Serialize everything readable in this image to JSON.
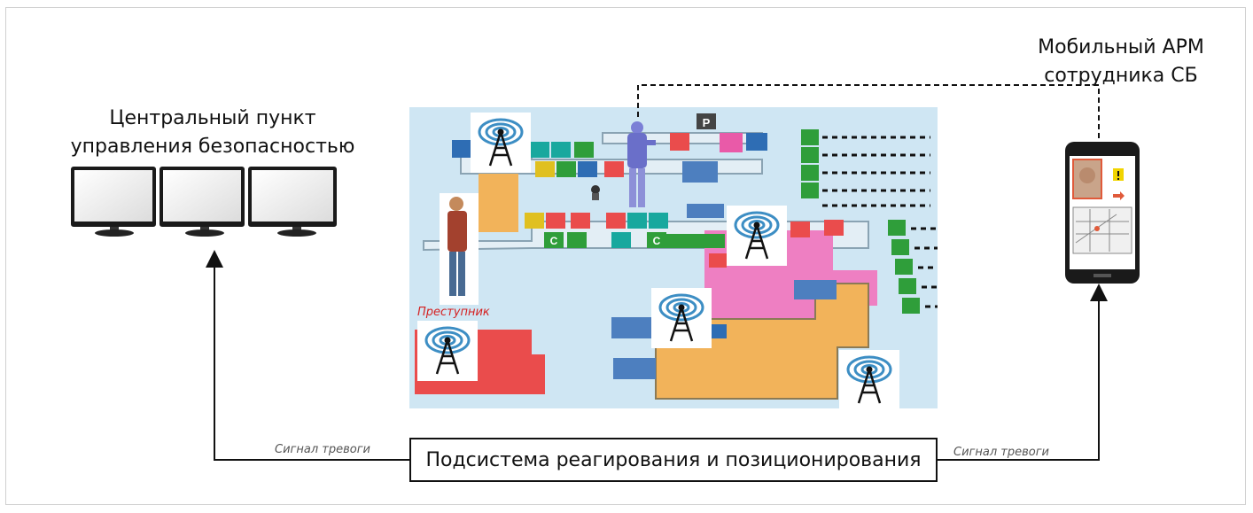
{
  "diagram": {
    "central_label": [
      "Центральный пункт",
      "управления безопасностью"
    ],
    "mobile_label": [
      "Мобильный АРМ",
      "сотрудника СБ"
    ],
    "subsystem_label": "Подсистема реагирования и позиционирования",
    "signal_left": "Сигнал тревоги",
    "signal_right": "Сигнал тревоги",
    "criminal_label": "Преступник",
    "map_tiles": [
      "P",
      "С",
      "С"
    ]
  },
  "colors": {
    "map_background": "#cfe6f3",
    "orange_zone": "#f2b35a",
    "pink_zone": "#ee7fc2",
    "red_zone": "#ea4c4c",
    "green_tile": "#2f9e3a",
    "antenna_blue": "#3d8ec4"
  }
}
